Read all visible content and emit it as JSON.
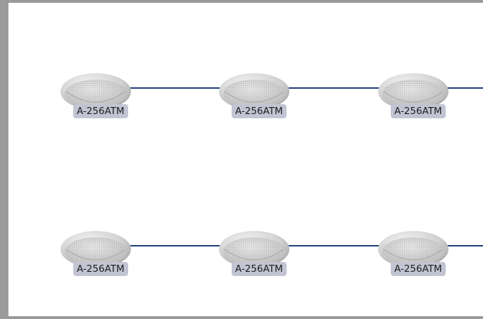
{
  "diagram": {
    "rows": [
      {
        "speakers": [
          {
            "model": "A-256ATM",
            "icon": "ceiling-speaker-icon"
          },
          {
            "model": "A-256ATM",
            "icon": "ceiling-speaker-icon"
          },
          {
            "model": "A-256ATM",
            "icon": "ceiling-speaker-icon"
          }
        ]
      },
      {
        "speakers": [
          {
            "model": "A-256ATM",
            "icon": "ceiling-speaker-icon"
          },
          {
            "model": "A-256ATM",
            "icon": "ceiling-speaker-icon"
          },
          {
            "model": "A-256ATM",
            "icon": "ceiling-speaker-icon"
          }
        ]
      }
    ],
    "colors": {
      "frame": "#9a9a9a",
      "wire": "#1f3f7a",
      "label_bg": "#c3c4d3",
      "speaker_grille": "#c9c9c9"
    }
  }
}
